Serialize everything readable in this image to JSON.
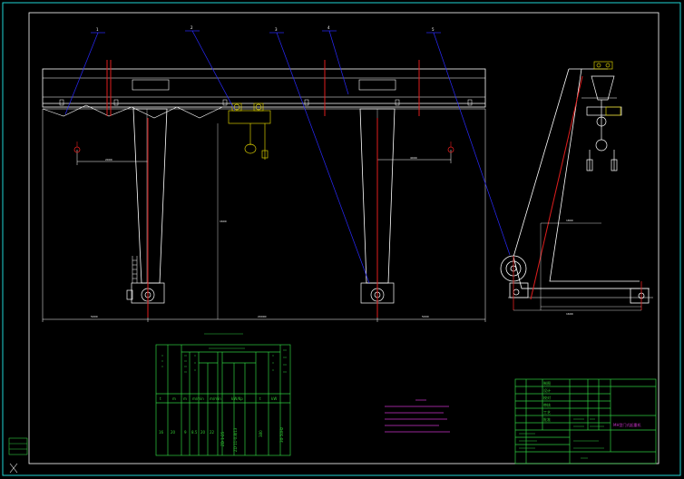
{
  "colors": {
    "background": "#000000",
    "border": "#1fd3d3",
    "structure": "#ffffff",
    "leader": "#2a2aff",
    "centerline": "#e01e1e",
    "table": "#2ecc40",
    "accent": "#d4c800",
    "note": "#cc33cc"
  },
  "drawing": {
    "balloons": [
      "1",
      "2",
      "3",
      "4",
      "5"
    ],
    "dims": [
      "2000",
      "4000",
      "1600",
      "1800",
      "5000",
      "20000",
      "5000",
      "1600"
    ]
  },
  "param_table": {
    "header": [
      "t",
      "m",
      "m",
      "m/min",
      "m/min",
      "kW/Kp",
      "t",
      "kW"
    ],
    "values": [
      "16",
      "20",
      "9",
      "8.5",
      "20",
      "22",
      "ZD 1-25",
      "ZD 11-0.8/13",
      "380",
      "3Φ 50Hz"
    ]
  },
  "title_block": {
    "rows": [
      "制图",
      "设计",
      "校对",
      "审核",
      "工艺",
      "批准"
    ],
    "title": "MH型门式起重机"
  }
}
